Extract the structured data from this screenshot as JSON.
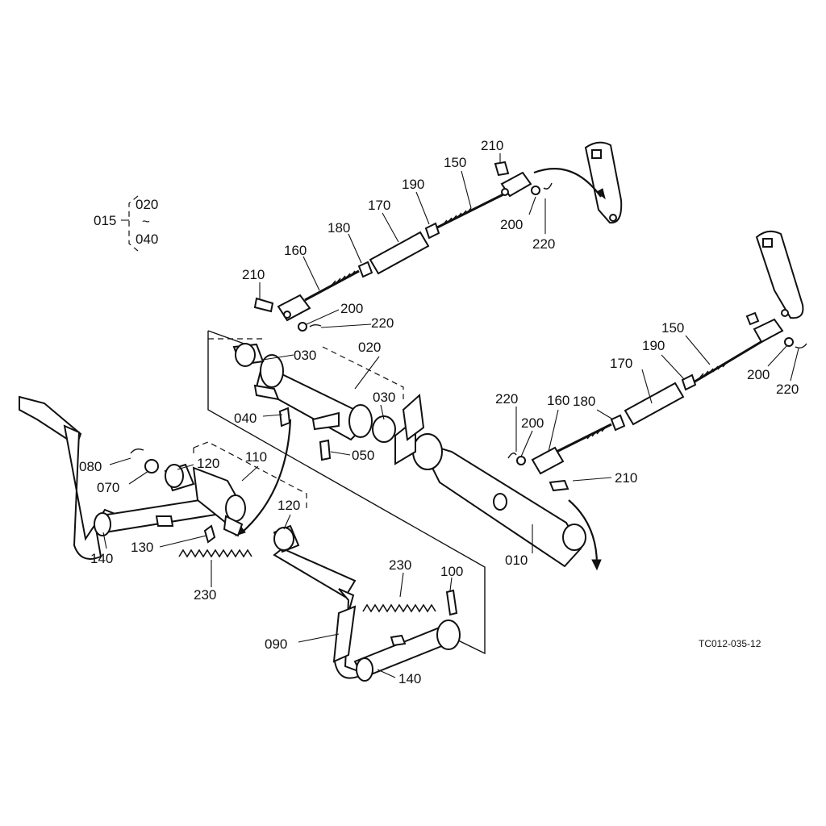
{
  "diagram": {
    "drawing_code": "TC012-035-12",
    "group_label": {
      "main": "015",
      "range_start": "020",
      "range_sep": "~",
      "range_end": "040"
    },
    "labels": {
      "p010": "010",
      "p020": "020",
      "p030a": "030",
      "p030b": "030",
      "p040": "040",
      "p050": "050",
      "p070": "070",
      "p080": "080",
      "p090": "090",
      "p100": "100",
      "p110": "110",
      "p120a": "120",
      "p120b": "120",
      "p130": "130",
      "p140a": "140",
      "p140b": "140",
      "p150a": "150",
      "p150b": "150",
      "p160a": "160",
      "p160b": "160",
      "p170a": "170",
      "p170b": "170",
      "p180a": "180",
      "p180b": "180",
      "p190a": "190",
      "p190b": "190",
      "p200a": "200",
      "p200b": "200",
      "p200c": "200",
      "p200d": "200",
      "p210a": "210",
      "p210b": "210",
      "p210c": "210",
      "p220a": "220",
      "p220b": "220",
      "p220c": "220",
      "p220d": "220",
      "p230a": "230",
      "p230b": "230"
    }
  }
}
